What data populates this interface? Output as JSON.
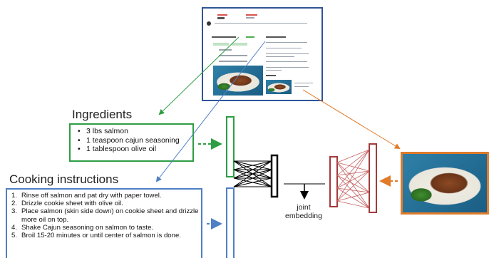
{
  "ingredients": {
    "title": "Ingredients",
    "items": [
      "3 lbs salmon",
      "1 teaspoon cajun seasoning",
      "1 tablespoon olive oil"
    ]
  },
  "instructions": {
    "title": "Cooking instructions",
    "items": [
      {
        "num": "1.",
        "text": "Rinse off salmon and pat dry with paper towel."
      },
      {
        "num": "2.",
        "text": "Drizzle cookie sheet with olive oil."
      },
      {
        "num": "3.",
        "text": "Place salmon (skin side down) on cookie sheet and drizzle more oil on top."
      },
      {
        "num": "4.",
        "text": "Shake Cajun seasoning on salmon to taste."
      },
      {
        "num": "5.",
        "text": "Broil 15-20 minutes or until center of salmon is done."
      }
    ]
  },
  "embedding": {
    "label": "joint\nembedding"
  },
  "colors": {
    "ingredients": "#2e9e44",
    "instructions": "#4f7fc4",
    "image": "#e07b2a",
    "thumbnail_border": "#2f5597",
    "image_encoder": "#a33a3a",
    "joint_bar": "#000000"
  }
}
